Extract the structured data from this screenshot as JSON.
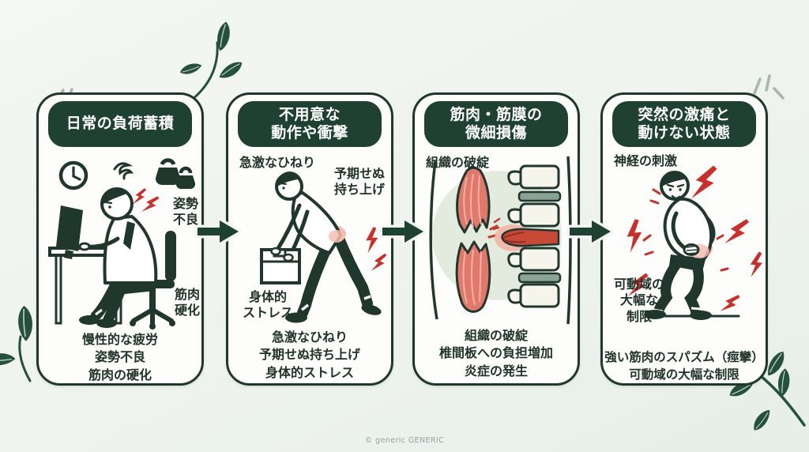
{
  "page": {
    "background_color": "#eff3ee",
    "footer_text": "© generic GENERIC"
  },
  "colors": {
    "panel_border": "#20372d",
    "title_pill_bg": "#1e4134",
    "title_text": "#ffffff",
    "body_text": "#20332a",
    "accent_red": "#cb2f2a",
    "pain_glow_pink": "#f6beb1",
    "muscle_fill": "#e0796b",
    "anatomy_circle_bg": "#e3ebdf",
    "disc_green": "#8ba394",
    "leaf_green": "#24503c",
    "arrow_green": "#1e4134"
  },
  "flow": {
    "step_count": 4,
    "arrow_icon": "right-arrow"
  },
  "panels": [
    {
      "name": "daily-load-accumulation",
      "title_lines": [
        "日常の負荷蓄積"
      ],
      "icons": [
        "clock-icon",
        "dizzy-icon",
        "weights-icon"
      ],
      "labels": [
        {
          "lines": [
            "姿勢",
            "不良"
          ]
        },
        {
          "lines": [
            "筋肉",
            "硬化"
          ]
        }
      ],
      "bullets": [
        "慢性的な疲労",
        "姿勢不良",
        "筋肉の硬化"
      ],
      "illustration": "slouched-desk-worker"
    },
    {
      "name": "careless-motion-or-impact",
      "title_lines": [
        "不用意な",
        "動作や衝撃"
      ],
      "icons": [
        "lightning-bolt-icon"
      ],
      "labels": [
        {
          "lines": [
            "急激なひねり"
          ]
        },
        {
          "lines": [
            "予期せぬ",
            "持ち上げ"
          ]
        },
        {
          "lines": [
            "身体的",
            "ストレス"
          ]
        }
      ],
      "bullets": [
        "急激なひねり",
        "予期せぬ持ち上げ",
        "身体的ストレス"
      ],
      "illustration": "person-lifting-box-back-pain"
    },
    {
      "name": "muscle-fascia-micro-damage",
      "title_lines": [
        "筋肉・筋膜の",
        "微細損傷"
      ],
      "icons": [],
      "labels": [
        {
          "lines": [
            "組織の破綻"
          ]
        }
      ],
      "bullets": [
        "組織の破綻",
        "椎間板への負担増加",
        "炎症の発生"
      ],
      "illustration": "torn-muscle-and-spine-anatomy"
    },
    {
      "name": "sudden-severe-pain-immobility",
      "title_lines": [
        "突然の激痛と",
        "動けない状態"
      ],
      "icons": [
        "lightning-bolt-icon"
      ],
      "labels": [
        {
          "lines": [
            "神経の刺激"
          ]
        },
        {
          "lines": [
            "可動域の",
            "大幅な",
            "制限"
          ]
        }
      ],
      "bullets": [
        "強い筋肉のスパズム（痙攣）",
        "可動域の大幅な制限"
      ],
      "illustration": "person-clutching-lower-back"
    }
  ]
}
